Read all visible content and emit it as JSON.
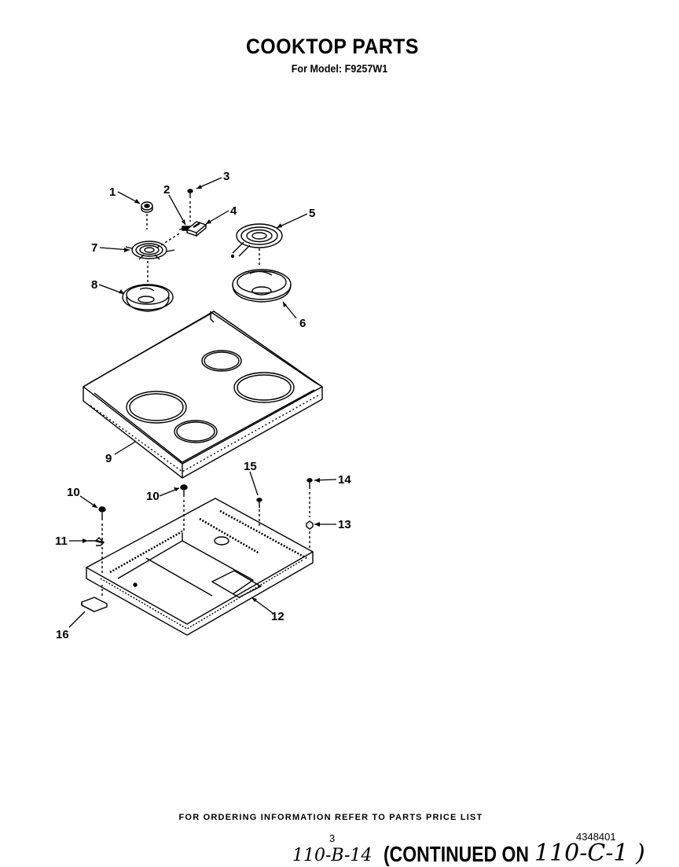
{
  "header": {
    "title": "COOKTOP PARTS",
    "subtitle": "For Model: F9257W1"
  },
  "callouts": [
    "1",
    "2",
    "3",
    "4",
    "5",
    "6",
    "7",
    "8",
    "9",
    "10",
    "10",
    "11",
    "12",
    "13",
    "14",
    "15",
    "16"
  ],
  "footer": {
    "ordering_note": "FOR ORDERING INFORMATION REFER TO PARTS PRICE LIST",
    "page_number": "3",
    "document_number": "4348401",
    "handwritten_ref": "110-B-14",
    "continued_label": "(CONTINUED ON",
    "handwritten_target": "110-C-1 )"
  }
}
